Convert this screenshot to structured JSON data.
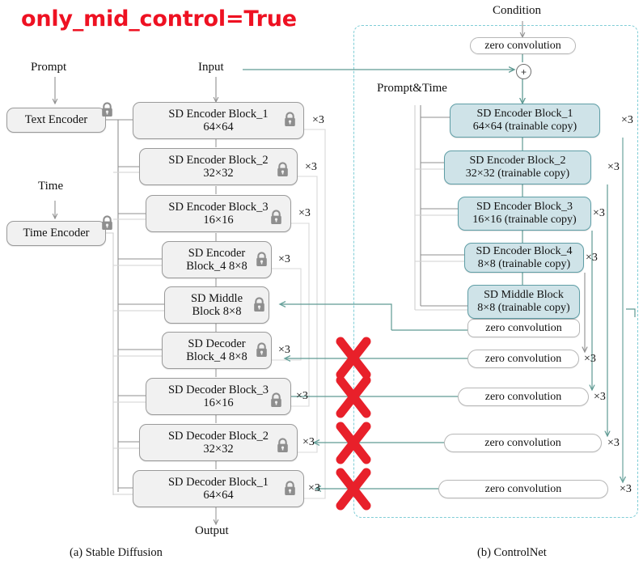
{
  "title": "only_mid_control=True",
  "colors": {
    "title_red": "#ee1122",
    "x_mark_red": "#e8202a",
    "teal_wire": "#5f9a93",
    "gray_wire": "#9a9a9a",
    "copy_fill": "#cfe3e8",
    "copy_border": "#5f9ea6",
    "node_fill": "#f1f1f1",
    "dashed_border": "#7fcdd6"
  },
  "labels": {
    "prompt": "Prompt",
    "input": "Input",
    "time": "Time",
    "condition": "Condition",
    "prompt_time": "Prompt&Time",
    "output": "Output"
  },
  "captions": {
    "left": "(a) Stable Diffusion",
    "right": "(b) ControlNet"
  },
  "plus_symbol": "+",
  "mult_label": "×3",
  "left_column": {
    "encoders_text": [
      {
        "l1": "Text Encoder",
        "l2": "",
        "locked": true
      },
      {
        "l1": "Time Encoder",
        "l2": "",
        "locked": true
      }
    ],
    "blocks": [
      {
        "l1": "SD Encoder Block_1",
        "l2": "64×64",
        "locked": true,
        "mult": "×3"
      },
      {
        "l1": "SD Encoder Block_2",
        "l2": "32×32",
        "locked": true,
        "mult": "×3"
      },
      {
        "l1": "SD Encoder Block_3",
        "l2": "16×16",
        "locked": true,
        "mult": "×3"
      },
      {
        "l1": "SD Encoder",
        "l2": "Block_4 8×8",
        "locked": true,
        "mult": "×3"
      },
      {
        "l1": "SD Middle",
        "l2": "Block 8×8",
        "locked": true,
        "mult": ""
      },
      {
        "l1": "SD Decoder",
        "l2": "Block_4 8×8",
        "locked": true,
        "mult": "×3"
      },
      {
        "l1": "SD Decoder Block_3",
        "l2": "16×16",
        "locked": true,
        "mult": "×3"
      },
      {
        "l1": "SD Decoder Block_2",
        "l2": "32×32",
        "locked": true,
        "mult": "×3"
      },
      {
        "l1": "SD Decoder Block_1",
        "l2": "64×64",
        "locked": true,
        "mult": "×3"
      }
    ]
  },
  "right_column": {
    "top_zero_conv": "zero convolution",
    "copies": [
      {
        "l1": "SD Encoder Block_1",
        "l2": "64×64 (trainable copy)",
        "mult": "×3"
      },
      {
        "l1": "SD Encoder Block_2",
        "l2": "32×32 (trainable copy)",
        "mult": "×3"
      },
      {
        "l1": "SD Encoder Block_3",
        "l2": "16×16 (trainable copy)",
        "mult": "×3"
      },
      {
        "l1": "SD Encoder Block_4",
        "l2": "8×8 (trainable copy)",
        "mult": "×3"
      },
      {
        "l1": "SD Middle Block",
        "l2": "8×8 (trainable copy)",
        "mult": ""
      }
    ],
    "middle_zero_conv": "zero convolution",
    "zero_convs": [
      {
        "label": "zero convolution",
        "mult": "×3"
      },
      {
        "label": "zero convolution",
        "mult": "×3"
      },
      {
        "label": "zero convolution",
        "mult": "×3"
      },
      {
        "label": "zero convolution",
        "mult": "×3"
      }
    ]
  },
  "disabled_connections": {
    "count": 4,
    "icon": "x-mark",
    "note": "red crosses cut the four decoder-side ControlNet skip connections"
  }
}
